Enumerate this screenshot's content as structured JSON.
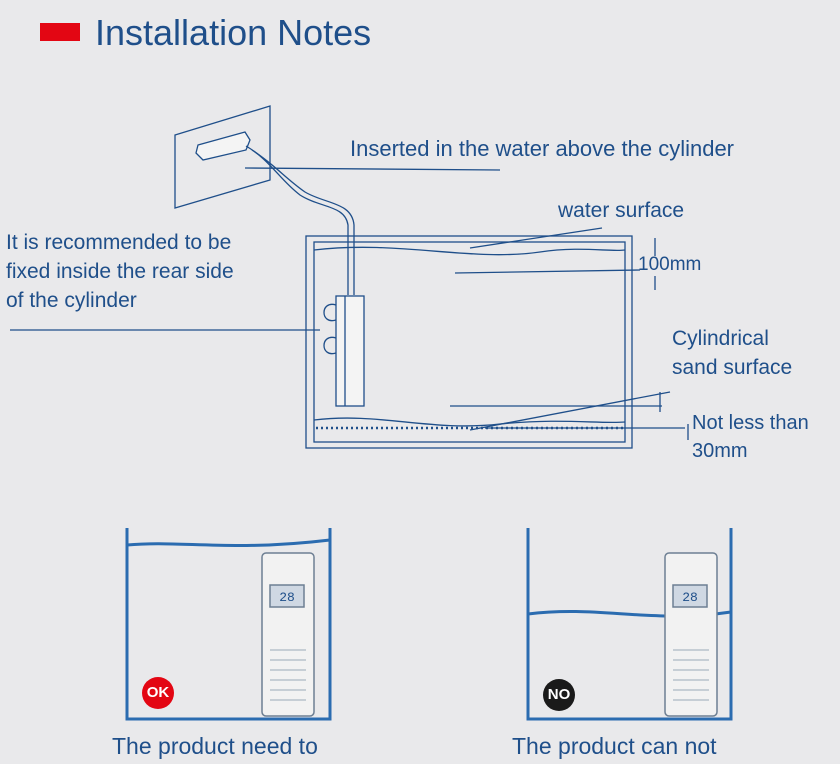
{
  "title": "Installation Notes",
  "labels": {
    "inserted": "Inserted in the water above the cylinder",
    "water_surface": "water surface",
    "recommend_line1": "It is recommended to be",
    "recommend_line2": "fixed inside the rear side",
    "recommend_line3": "of the cylinder",
    "depth": "100mm",
    "sand_line1": "Cylindrical",
    "sand_line2": "sand surface",
    "min_line1": "Not less than",
    "min_line2": "30mm"
  },
  "examples": [
    {
      "badge": "OK",
      "caption": "The product need to",
      "display": "28",
      "badge_color": "#e30613"
    },
    {
      "badge": "NO",
      "caption": "The product can not",
      "display": "28",
      "badge_color": "#1a1a1a"
    }
  ],
  "colors": {
    "accent": "#e30613",
    "text": "#1f4f8a",
    "line": "#1f4f8a",
    "water": "#2b6cb0"
  }
}
